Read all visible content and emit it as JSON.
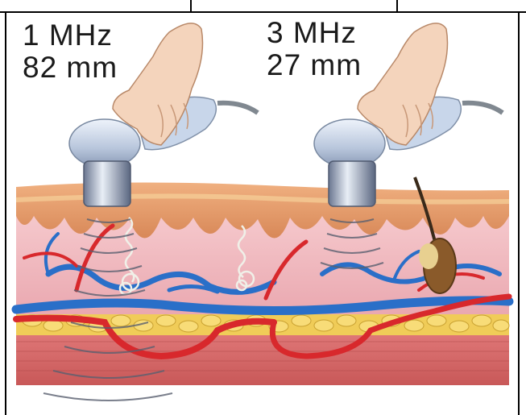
{
  "left_panel": {
    "frequency": "1 MHz",
    "depth": "82 mm"
  },
  "right_panel": {
    "frequency": "3 MHz",
    "depth": "27 mm"
  },
  "colors": {
    "epidermis": "#e8a070",
    "dermis": "#f2b8c0",
    "fat": "#f0d060",
    "muscle": "#d96a6a",
    "artery": "#d8282c",
    "vein": "#2a6fc8",
    "probe": "#c8d4e8",
    "skin_hand": "#f4d4bc"
  }
}
